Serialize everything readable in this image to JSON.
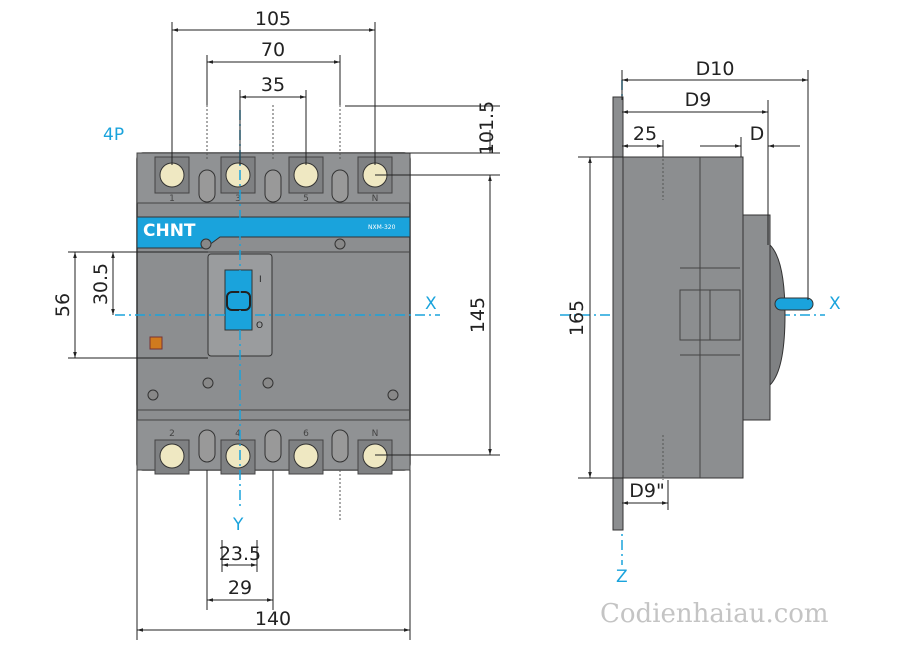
{
  "variant_label": "4P",
  "brand": "CHNT",
  "model": "NXM-320",
  "terminals_top": [
    "1",
    "3",
    "5",
    "N"
  ],
  "terminals_bottom": [
    "2",
    "4",
    "6",
    "N"
  ],
  "handle_symbols": {
    "on": "I",
    "off": "O"
  },
  "dimensions_front": {
    "d105": "105",
    "d70": "70",
    "d35": "35",
    "d101_5": "101.5",
    "d145": "145",
    "d56": "56",
    "d30_5": "30.5",
    "d23_5": "23.5",
    "d29": "29",
    "d140": "140"
  },
  "dimensions_side": {
    "d10": "D10",
    "d9": "D9",
    "d25": "25",
    "d": "D",
    "d165": "165",
    "d9pp": "D9\""
  },
  "axes": {
    "x": "X",
    "y": "Y",
    "z": "Z"
  },
  "watermark": "Codienhaiau.com",
  "colors": {
    "body": "#8c8e90",
    "accent": "#1aa3dc",
    "terminal": "#efe8c2",
    "line": "#222222"
  }
}
